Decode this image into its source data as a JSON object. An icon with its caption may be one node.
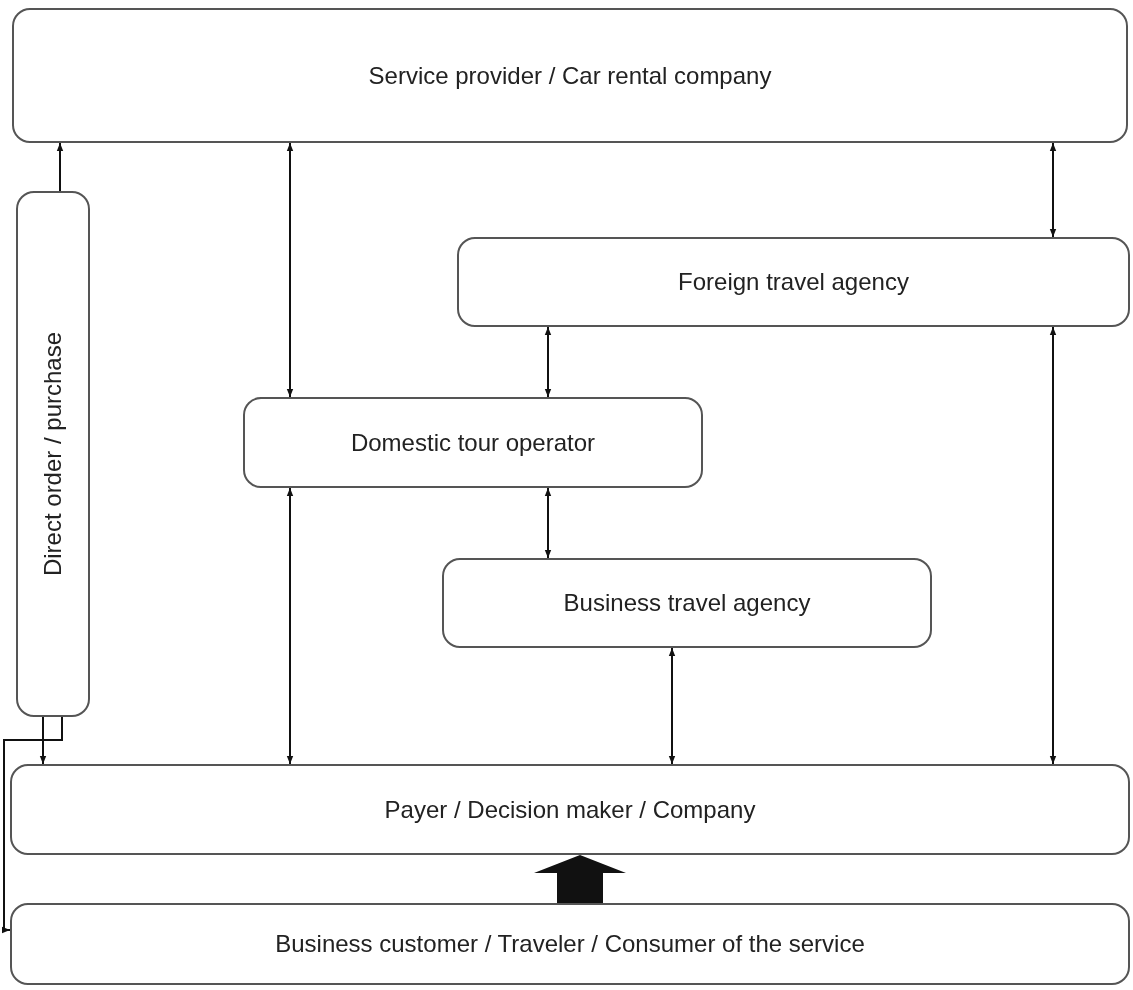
{
  "diagram": {
    "nodes": [
      {
        "text": [
          "Service provider / Car rental company"
        ]
      },
      {
        "text": [
          "Direct order / purchase"
        ]
      },
      {
        "text": [
          "Foreign travel agency"
        ]
      },
      {
        "text": [
          "Domestic tour operator"
        ]
      },
      {
        "text": [
          "Business travel agency"
        ]
      },
      {
        "text": [
          "Payer / Decision maker / Company"
        ]
      },
      {
        "text": [
          "Business customer / Traveler / Consumer of the service"
        ]
      }
    ],
    "edges": [
      {
        "from": 1,
        "to": 0,
        "arrow": "to"
      },
      {
        "from": 0,
        "to": 3,
        "arrow": "both"
      },
      {
        "from": 0,
        "to": 2,
        "arrow": "both"
      },
      {
        "from": 2,
        "to": 3,
        "arrow": "both"
      },
      {
        "from": 3,
        "to": 4,
        "arrow": "both"
      },
      {
        "from": 3,
        "to": 5,
        "arrow": "both"
      },
      {
        "from": 4,
        "to": 5,
        "arrow": "both"
      },
      {
        "from": 2,
        "to": 5,
        "arrow": "both"
      },
      {
        "from": 1,
        "to": 5,
        "arrow": "to"
      },
      {
        "from": 1,
        "to": 6,
        "arrow": "to"
      },
      {
        "from": 6,
        "to": 5,
        "arrow": "to",
        "style": "thick"
      }
    ]
  }
}
